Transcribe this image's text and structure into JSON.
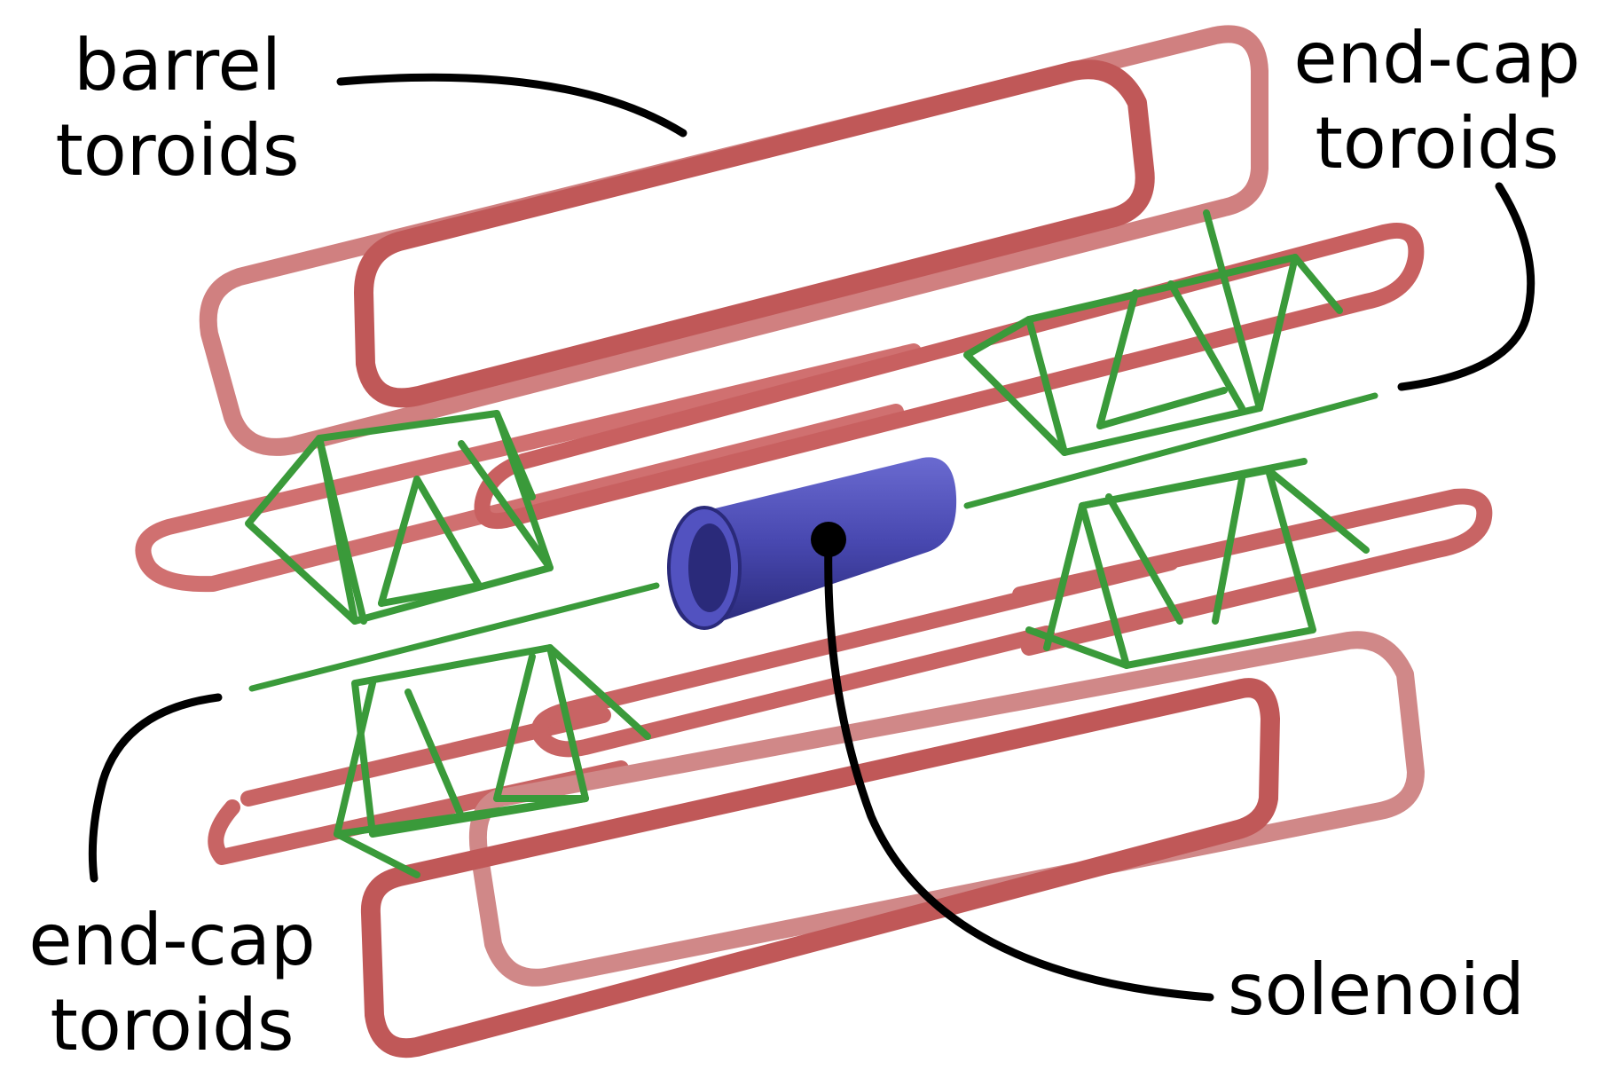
{
  "colors": {
    "background": "#ffffff",
    "barrel_toroid": "#c86464",
    "barrel_toroid_highlight": "#e8a8a8",
    "endcap_structure": "#3a9a3a",
    "solenoid": "#4848b0",
    "solenoid_dark": "#2a2a7a",
    "leader_line": "#000000"
  },
  "labels": {
    "barrel": {
      "line1": "barrel",
      "line2": "toroids"
    },
    "endcap_right": {
      "line1": "end-cap",
      "line2": "toroids"
    },
    "endcap_left": {
      "line1": "end-cap",
      "line2": "toroids"
    },
    "solenoid": {
      "text": "solenoid"
    }
  },
  "icons": [
    "barrel-toroid-coil",
    "endcap-toroid-frame",
    "solenoid-cylinder",
    "leader-line"
  ]
}
